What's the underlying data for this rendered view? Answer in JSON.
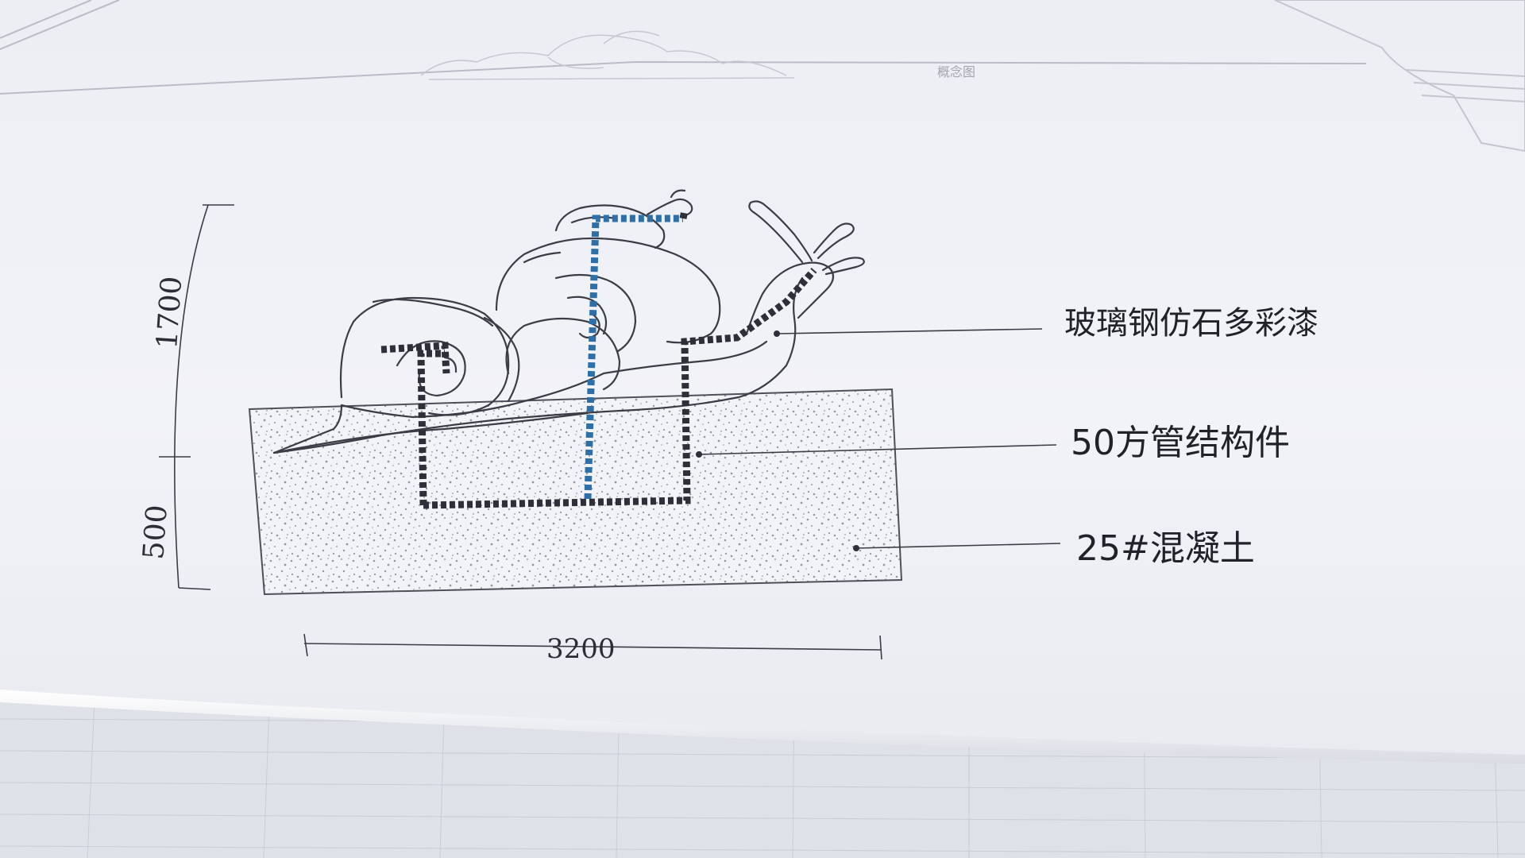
{
  "drawing": {
    "dimensions": {
      "height_total": "1700",
      "height_base": "500",
      "width": "3200"
    },
    "labels": {
      "surface": "玻璃钢仿石多彩漆",
      "frame": "50方管结构件",
      "base": "25#混凝土"
    },
    "sheet_caption": "概念图"
  }
}
